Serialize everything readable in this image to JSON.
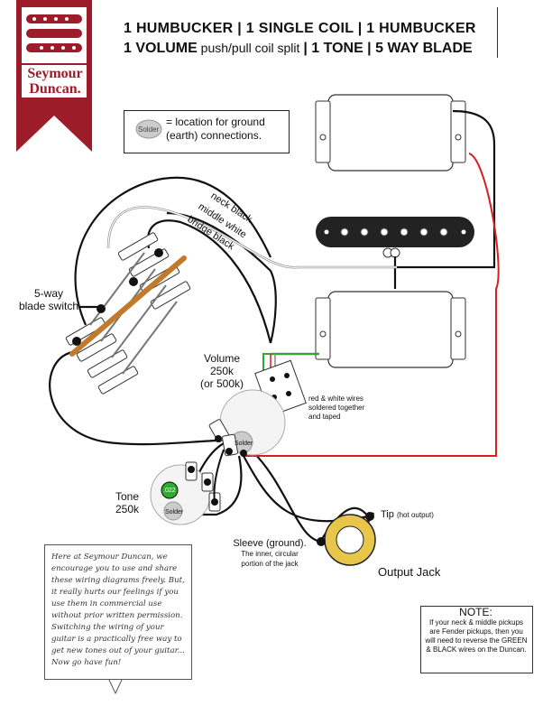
{
  "logo": {
    "line1": "Seymour",
    "line2": "Duncan."
  },
  "header": {
    "line1": "1 HUMBUCKER | 1 SINGLE COIL | 1 HUMBUCKER",
    "line2_a": "1 VOLUME",
    "line2_b": " push/pull coil split ",
    "line2_c": "| 1 TONE | 5 WAY BLADE"
  },
  "legend": {
    "solder_word": "Solder",
    "text": "= location for ground (earth) connections."
  },
  "labels": {
    "switch": "5-way\nblade switch",
    "switch_l1": "5-way",
    "switch_l2": "blade switch",
    "neck_black": "neck black",
    "middle_white": "middle white",
    "bridge_black": "bridge black",
    "volume_l1": "Volume",
    "volume_l2": "250k",
    "volume_l3": "(or 500k)",
    "rw_l1": "red & white wires",
    "rw_l2": "soldered together",
    "rw_l3": "and taped",
    "tone_l1": "Tone",
    "tone_l2": "250k",
    "tip": "Tip",
    "tip_sub": "(hot output)",
    "sleeve_l1": "Sleeve (ground).",
    "sleeve_l2": "The inner, circular",
    "sleeve_l3": "portion of the jack",
    "jack": "Output Jack",
    "cap_mark": ".022",
    "solder_pot": "Solder"
  },
  "disclaimer": "Here at Seymour Duncan, we encourage you to use and share these wiring diagrams freely. But, it really hurts our feelings if you use them in commercial use without prior written permission. Switching the wiring of your guitar is a practically free way to get new tones out of your guitar... Now go have fun!",
  "note": {
    "title": "NOTE:",
    "body": "If your neck & middle pickups are Fender pickups, then you will need to reverse the GREEN & BLACK wires on the Duncan."
  },
  "colors": {
    "brand": "#9c1c2a",
    "wire_red": "#d62020",
    "wire_green": "#2ea82e",
    "blade": "#c07a2a"
  }
}
